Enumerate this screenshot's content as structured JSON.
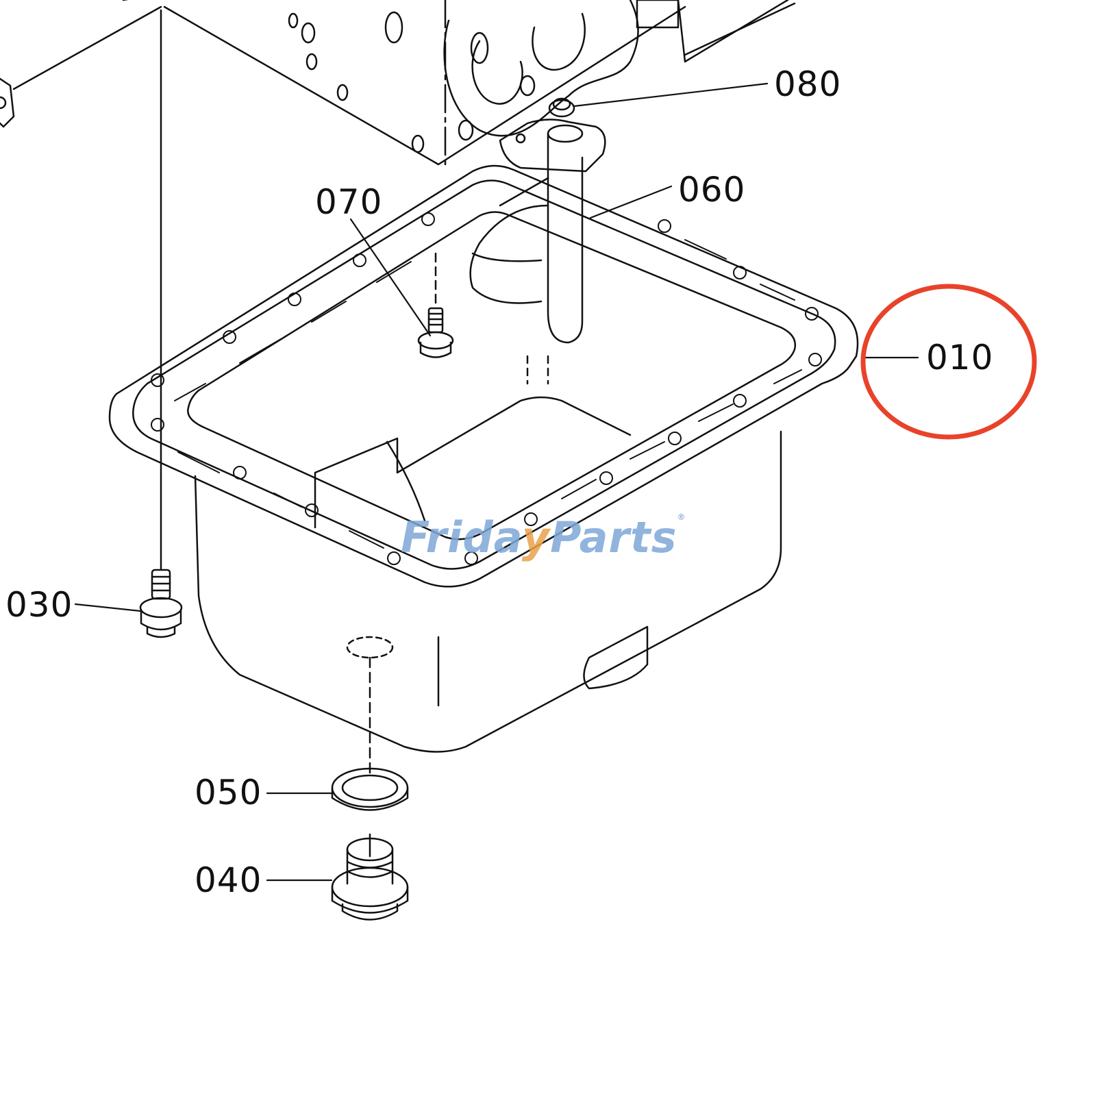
{
  "diagram": {
    "type": "exploded-parts-diagram",
    "subject": "oil pan assembly",
    "highlight_color": "#e8432a",
    "line_color": "#111111",
    "highlighted_part": "010",
    "callouts": [
      {
        "id": "080",
        "label": "080"
      },
      {
        "id": "070",
        "label": "070"
      },
      {
        "id": "060",
        "label": "060"
      },
      {
        "id": "010",
        "label": "010"
      },
      {
        "id": "030",
        "label": "030"
      },
      {
        "id": "050",
        "label": "050"
      },
      {
        "id": "040",
        "label": "040"
      }
    ]
  },
  "watermark": {
    "part1": "Frida",
    "part2": "y",
    "part3": "Parts",
    "mark": "®",
    "color_blue": "#7ea7d8",
    "color_orange": "#e9a24a"
  }
}
